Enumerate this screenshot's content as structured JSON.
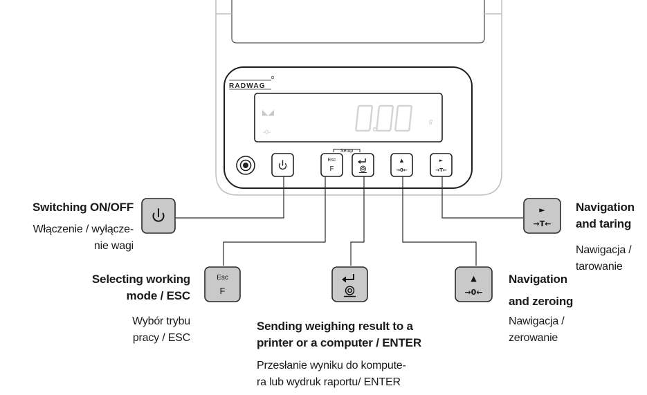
{
  "device": {
    "brand": "RADWAG",
    "reading": "0.00",
    "unit": "g",
    "stable_indicator": "stability-icon",
    "zero_indicator": "-0-",
    "setup_label": "Setup",
    "keys": {
      "power_icon": "power-icon",
      "esc_label": "Esc",
      "f_label": "F",
      "enter_icon": "enter-arrow-icon",
      "print_icon": "print-target-icon",
      "zero_arrow": "▲",
      "zero_label": "→0←",
      "tare_arrow": "►",
      "tare_label": "→T←"
    }
  },
  "callouts": {
    "power": {
      "title": "Switching ON/OFF",
      "desc": [
        "Włączenie / wyłącze-",
        "nie wagi"
      ]
    },
    "mode": {
      "title": [
        "Selecting working",
        "mode / ESC"
      ],
      "desc": [
        "Wybór trybu",
        "pracy / ESC"
      ]
    },
    "enter": {
      "title": [
        "Sending weighing result to a",
        "printer or a computer / ENTER"
      ],
      "desc": [
        "Przesłanie wyniku do kompute-",
        "ra lub wydruk raportu/ ENTER"
      ]
    },
    "zero": {
      "title": [
        "Navigation",
        "and zeroing"
      ],
      "desc": [
        "Nawigacja /",
        "zerowanie"
      ]
    },
    "tare": {
      "title": [
        "Navigation",
        "and taring"
      ],
      "desc": [
        "Nawigacja /",
        "tarowanie"
      ]
    }
  },
  "colors": {
    "outline": "#2a2a2a",
    "key_fill": "#ffffff",
    "callout_key_fill": "#c9c9c9",
    "housing": "#bfbfbf",
    "digit": "#d4d4d4"
  }
}
